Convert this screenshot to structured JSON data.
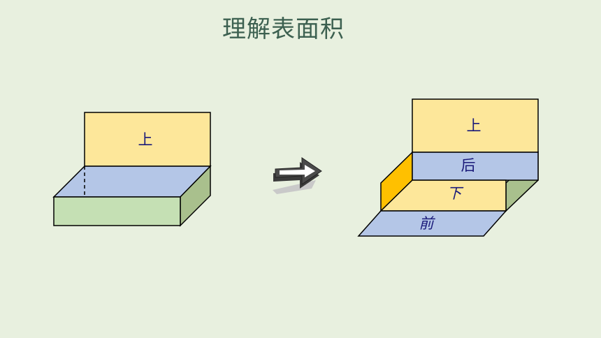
{
  "title": "理解表面积",
  "left_box": {
    "top_label": "上"
  },
  "arrow": {
    "icon": "right-arrow-icon"
  },
  "unfolded_box": {
    "top_label": "上",
    "back_label": "后",
    "bottom_label": "下",
    "front_label": "前"
  },
  "colors": {
    "background": "#e8f0df",
    "yellow_face": "#fde79a",
    "blue_face": "#b4c6e7",
    "green_face": "#c5e0b4",
    "dark_green_side": "#a9c08d",
    "orange_side": "#ffc000",
    "title": "#3c6050",
    "label": "#1a1a7a"
  }
}
